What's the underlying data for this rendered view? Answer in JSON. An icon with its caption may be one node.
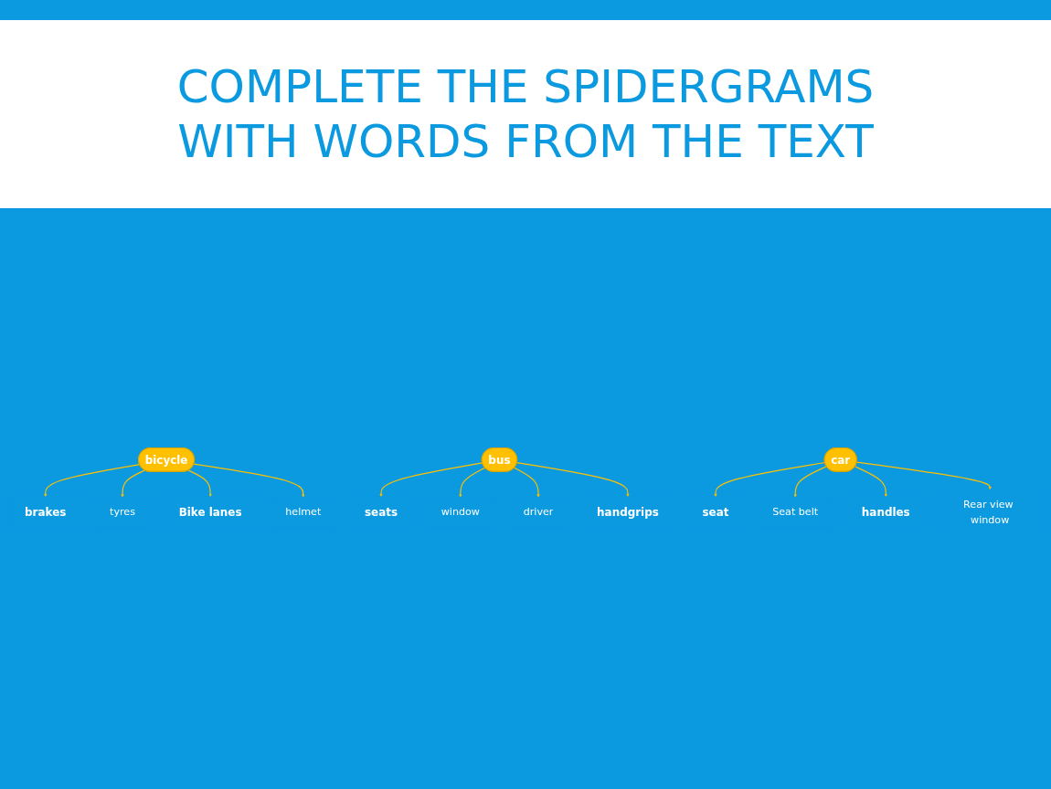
{
  "diagram": {
    "title": "COMPLETE THE SPIDERGRAMS WITH WORDS FROM THE TEXT",
    "nodes": [
      {
        "text": [
          "bicycle"
        ]
      },
      {
        "text": [
          "brakes"
        ]
      },
      {
        "text": [
          "tyres"
        ]
      },
      {
        "text": [
          "Bike lanes"
        ]
      },
      {
        "text": [
          "helmet"
        ]
      },
      {
        "text": [
          "bus"
        ]
      },
      {
        "text": [
          "seats"
        ]
      },
      {
        "text": [
          "window"
        ]
      },
      {
        "text": [
          "driver"
        ]
      },
      {
        "text": [
          "handgrips"
        ]
      },
      {
        "text": [
          "car"
        ]
      },
      {
        "text": [
          "seat"
        ]
      },
      {
        "text": [
          "Seat belt"
        ]
      },
      {
        "text": [
          "handles"
        ]
      },
      {
        "text": [
          "Rear view window"
        ]
      }
    ],
    "edges": [
      {
        "from": 0,
        "to": 1,
        "arrow": "to"
      },
      {
        "from": 0,
        "to": 2,
        "arrow": "to"
      },
      {
        "from": 0,
        "to": 3,
        "arrow": "to"
      },
      {
        "from": 0,
        "to": 4,
        "arrow": "to"
      },
      {
        "from": 5,
        "to": 6,
        "arrow": "to"
      },
      {
        "from": 5,
        "to": 7,
        "arrow": "to"
      },
      {
        "from": 5,
        "to": 8,
        "arrow": "to"
      },
      {
        "from": 5,
        "to": 9,
        "arrow": "to"
      },
      {
        "from": 10,
        "to": 11,
        "arrow": "to"
      },
      {
        "from": 10,
        "to": 12,
        "arrow": "to"
      },
      {
        "from": 10,
        "to": 13,
        "arrow": "to"
      },
      {
        "from": 10,
        "to": 14,
        "arrow": "to"
      }
    ]
  }
}
